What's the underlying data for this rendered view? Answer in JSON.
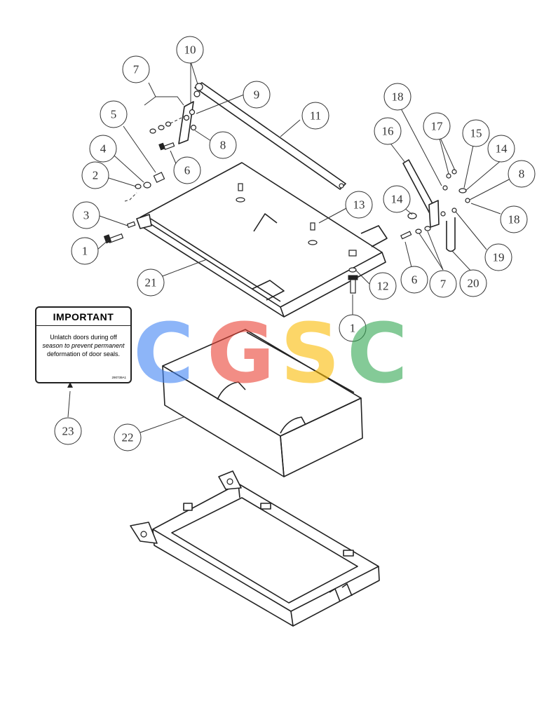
{
  "callouts": {
    "c1a": "1",
    "c1b": "1",
    "c2": "2",
    "c3": "3",
    "c4": "4",
    "c5": "5",
    "c6a": "6",
    "c6b": "6",
    "c7a": "7",
    "c7b": "7",
    "c8a": "8",
    "c8b": "8",
    "c9": "9",
    "c10": "10",
    "c11": "11",
    "c12": "12",
    "c13": "13",
    "c14a": "14",
    "c14b": "14",
    "c15": "15",
    "c16": "16",
    "c17": "17",
    "c18a": "18",
    "c18b": "18",
    "c19": "19",
    "c20": "20",
    "c21": "21",
    "c22": "22",
    "c23": "23"
  },
  "important_label": {
    "title": "IMPORTANT",
    "line1": "Unlatch doors during off",
    "line2a": "season to ",
    "line2b": "prevent permanent",
    "line3": "deformation of door seals.",
    "code": "290739A1"
  },
  "watermark": {
    "letters": [
      "C",
      "G",
      "S",
      "C"
    ],
    "colors": [
      "#4285F4",
      "#EA4335",
      "#FBBC05",
      "#34A853"
    ]
  }
}
